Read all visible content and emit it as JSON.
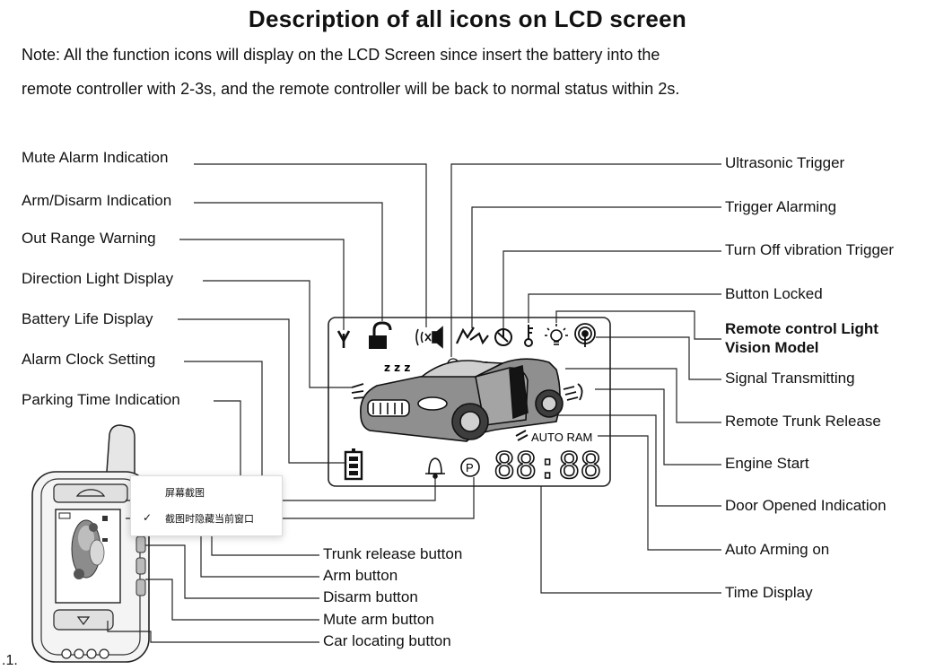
{
  "title": "Description of all icons on LCD screen",
  "note_lines": [
    "Note: All the function icons will display on the LCD Screen since insert the battery into the",
    "remote controller with 2-3s, and the remote controller will be back to normal status within 2s."
  ],
  "left_labels": {
    "mute_alarm": "Mute Alarm Indication",
    "arm_disarm": "Arm/Disarm Indication",
    "out_range": "Out Range Warning",
    "direction_light": "Direction Light Display",
    "battery_life": "Battery Life Display",
    "alarm_clock": "Alarm Clock Setting",
    "parking_time": "Parking Time Indication"
  },
  "right_labels": {
    "ultrasonic": "Ultrasonic Trigger",
    "trigger_alarming": "Trigger Alarming",
    "turn_off_vibration": "Turn Off vibration  Trigger",
    "button_locked": "Button Locked",
    "remote_light_line1": "Remote control Light",
    "remote_light_line2": "Vision Model",
    "signal_transmitting": "Signal Transmitting",
    "remote_trunk": "Remote Trunk Release",
    "engine_start": "Engine Start",
    "door_opened": "Door Opened Indication",
    "auto_arming": "Auto  Arming on",
    "time_display": "Time Display"
  },
  "bottom_labels": {
    "trunk_release_button": "Trunk release button",
    "arm_button": "Arm button",
    "disarm_button": "Disarm button",
    "mute_arm_button": "Mute arm button",
    "car_locating_button": "Car locating button"
  },
  "lcd": {
    "snore": "z z z",
    "auto_ram": "AUTO RAM",
    "time": "88:88",
    "parking": "P"
  },
  "context_menu": {
    "item1": "屏幕截图",
    "item2": "截图时隐藏当前窗口",
    "check": "✓"
  },
  "page_number": ".1."
}
